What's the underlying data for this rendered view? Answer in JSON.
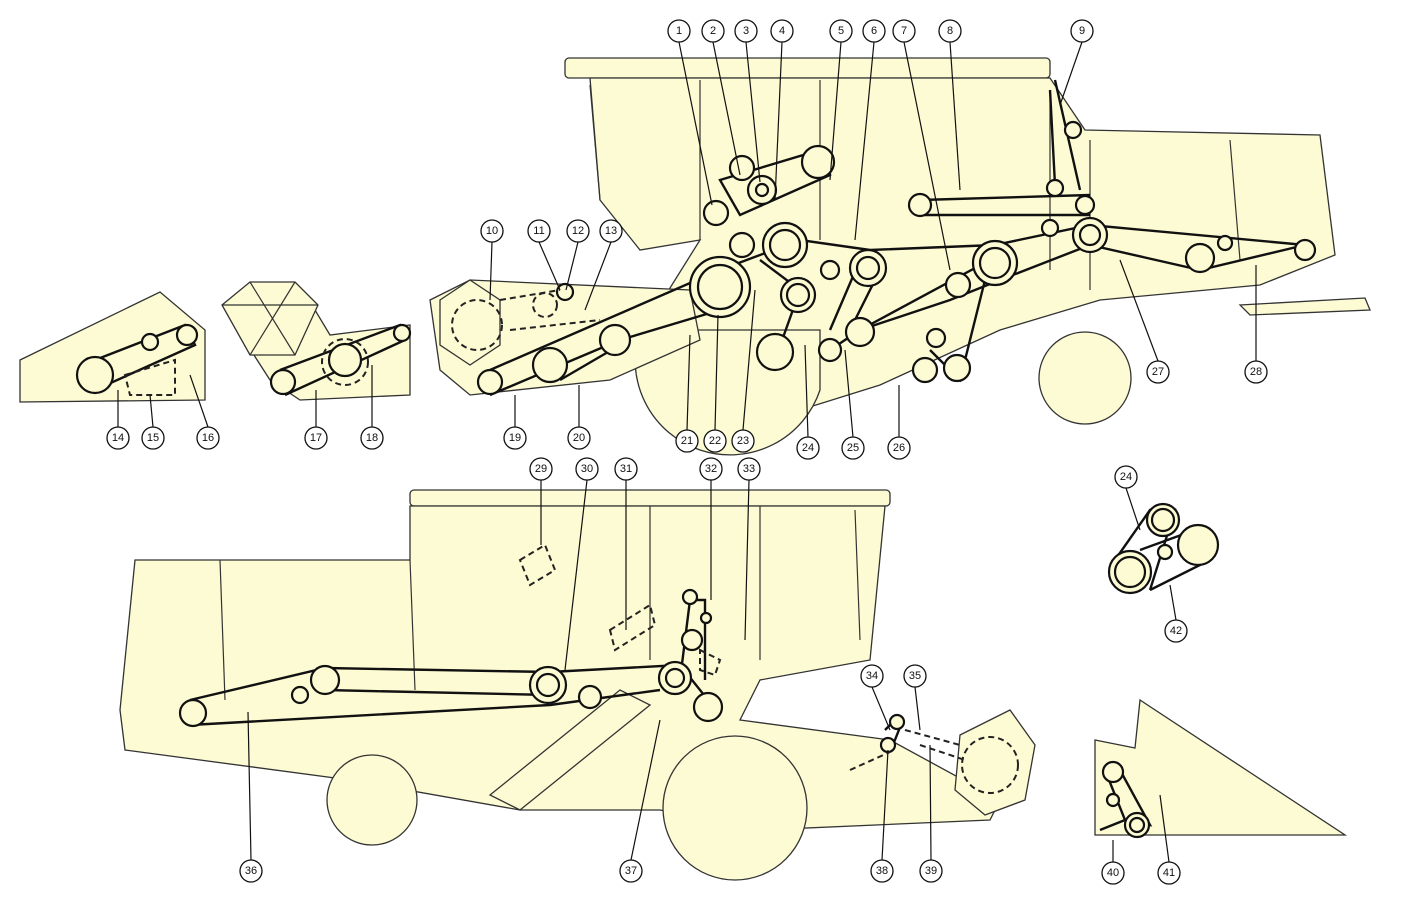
{
  "title": "Combine harvester belt drive layout",
  "callouts": [
    "1",
    "2",
    "3",
    "4",
    "5",
    "6",
    "7",
    "8",
    "9",
    "10",
    "11",
    "12",
    "13",
    "14",
    "15",
    "16",
    "17",
    "18",
    "19",
    "20",
    "21",
    "22",
    "23",
    "24",
    "25",
    "26",
    "27",
    "28",
    "29",
    "30",
    "31",
    "32",
    "33",
    "24",
    "42",
    "34",
    "35",
    "36",
    "37",
    "38",
    "39",
    "40",
    "41"
  ],
  "colors": {
    "machine_fill": "#fdfbd3",
    "line": "#111111"
  }
}
